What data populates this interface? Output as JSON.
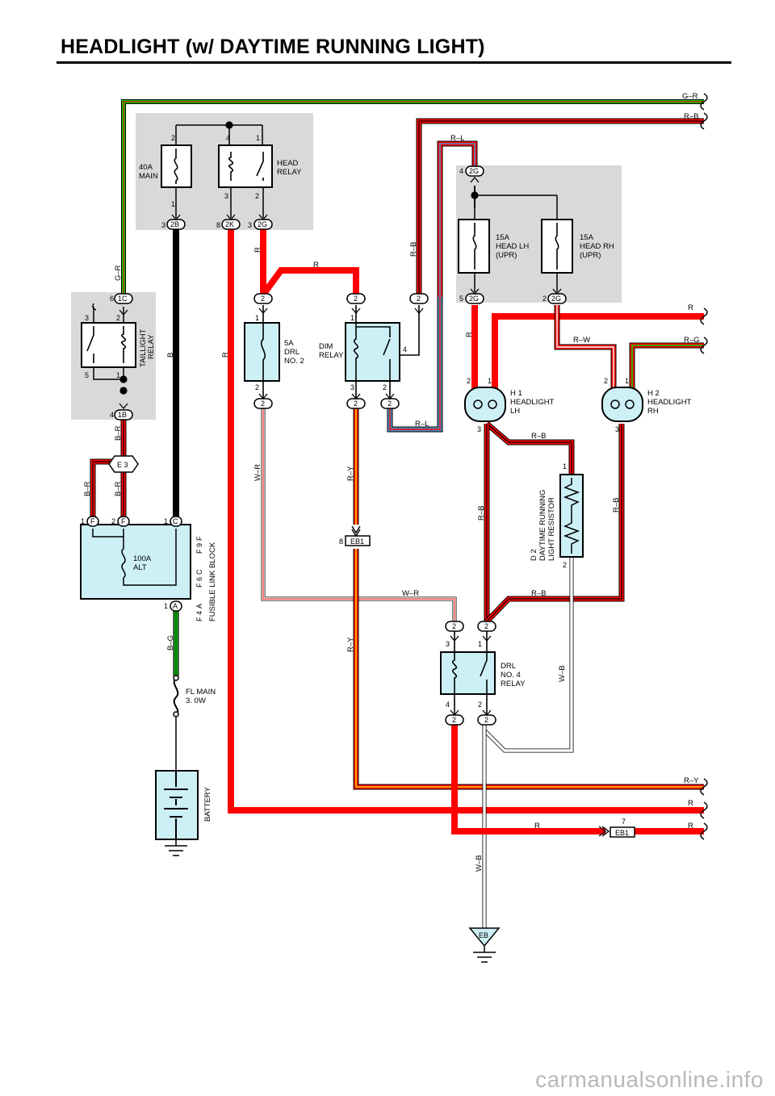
{
  "title": "HEADLIGHT (w/ DAYTIME RUNNING LIGHT)",
  "watermark": "carmanualsonline.info",
  "colors": {
    "red": "#ff0000",
    "green": "#00d000",
    "blue": "#4a90c4",
    "yellow": "#ffd000",
    "pink": "#f4a0a0",
    "box": "#cdeff6",
    "panel": "#d9d9d9"
  },
  "components": {
    "main_fuse": [
      "40A",
      "MAIN"
    ],
    "head_relay": [
      "HEAD",
      "RELAY"
    ],
    "taillight_relay": [
      "TAILLIGHT",
      "RELAY"
    ],
    "drl_fuse": [
      "5A",
      "DRL",
      "NO. 2"
    ],
    "dim_relay": [
      "DIM",
      "RELAY"
    ],
    "head_lh_fuse": [
      "15A",
      "HEAD LH",
      "(UPR)"
    ],
    "head_rh_fuse": [
      "15A",
      "HEAD RH",
      "(UPR)"
    ],
    "headlight_lh": [
      "H 1",
      "HEADLIGHT",
      "LH"
    ],
    "headlight_rh": [
      "H 2",
      "HEADLIGHT",
      "RH"
    ],
    "drl_resistor": [
      "D 2",
      "DAYTIME RUNNING",
      "LIGHT RESISTOR"
    ],
    "alternator": [
      "100A",
      "ALT"
    ],
    "fusible_link_block": "FUSIBLE LINK BLOCK",
    "fusible_link_connectors": [
      "F 4",
      "A",
      "F 6",
      "C",
      "F 9",
      "F"
    ],
    "fl_main": [
      "FL MAIN",
      "3. 0W"
    ],
    "drl_relay": [
      "DRL",
      "NO. 4",
      "RELAY"
    ],
    "battery": "BATTERY",
    "ground": "EB"
  },
  "connectors": {
    "c_1C": "1C",
    "c_1B": "1B",
    "c_2B": "2B",
    "c_2K": "2K",
    "c_2G": "2G",
    "c_E3": "E 3",
    "c_EB1": "EB1",
    "c_F": "F",
    "c_C": "C",
    "c_A": "A",
    "c_2": "2"
  },
  "pins": [
    "1",
    "2",
    "3",
    "4",
    "5",
    "6",
    "7",
    "8"
  ],
  "wires": {
    "G_R": "G–R",
    "R_B": "R–B",
    "R_L": "R–L",
    "R": "R",
    "R_W": "R–W",
    "R_G": "R–G",
    "B": "B",
    "B_R": "B–R",
    "W_R": "W–R",
    "R_Y": "R–Y",
    "B_G": "B–G",
    "W_B": "W–B"
  }
}
